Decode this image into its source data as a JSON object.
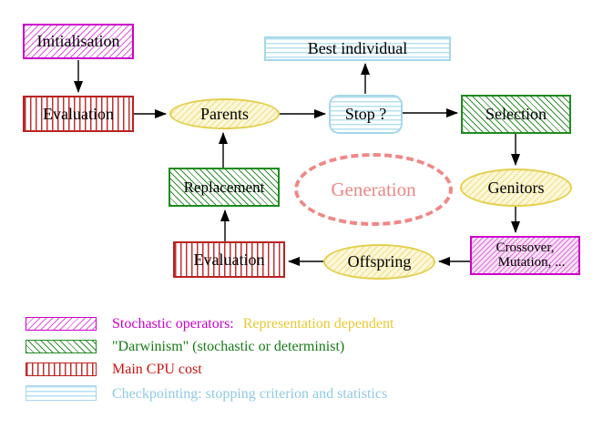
{
  "nodes": {
    "initialisation": {
      "label": "Initialisation"
    },
    "evaluation_top": {
      "label": "Evaluation"
    },
    "parents": {
      "label": "Parents"
    },
    "best_individual": {
      "label": "Best individual"
    },
    "stop": {
      "label": "Stop ?"
    },
    "selection": {
      "label": "Selection"
    },
    "genitors": {
      "label": "Genitors"
    },
    "crossover": {
      "line1": "Crossover,",
      "line2": "Mutation, ..."
    },
    "offspring": {
      "label": "Offspring"
    },
    "evaluation_bottom": {
      "label": "Evaluation"
    },
    "replacement": {
      "label": "Replacement"
    },
    "generation": {
      "label": "Generation"
    }
  },
  "legend": {
    "stochastic": {
      "label": "Stochastic operators:",
      "label2": "Representation dependent"
    },
    "darwinism": {
      "label": "\"Darwinism\" (stochastic or determinist)"
    },
    "cpu": {
      "label": "Main CPU cost"
    },
    "checkpointing": {
      "label": "Checkpointing: stopping criterion and statistics"
    }
  },
  "colors": {
    "stochastic_magenta": "#cc00cc",
    "darwinism_green": "#1e8b1e",
    "cpu_red": "#bb2222",
    "checkpoint_cyan": "#a6d7e8",
    "population_yellow": "#e3cf4e",
    "representation_yellow_text": "#e9c832",
    "generation_coral": "#ef8888",
    "arrow_black": "#000000"
  }
}
